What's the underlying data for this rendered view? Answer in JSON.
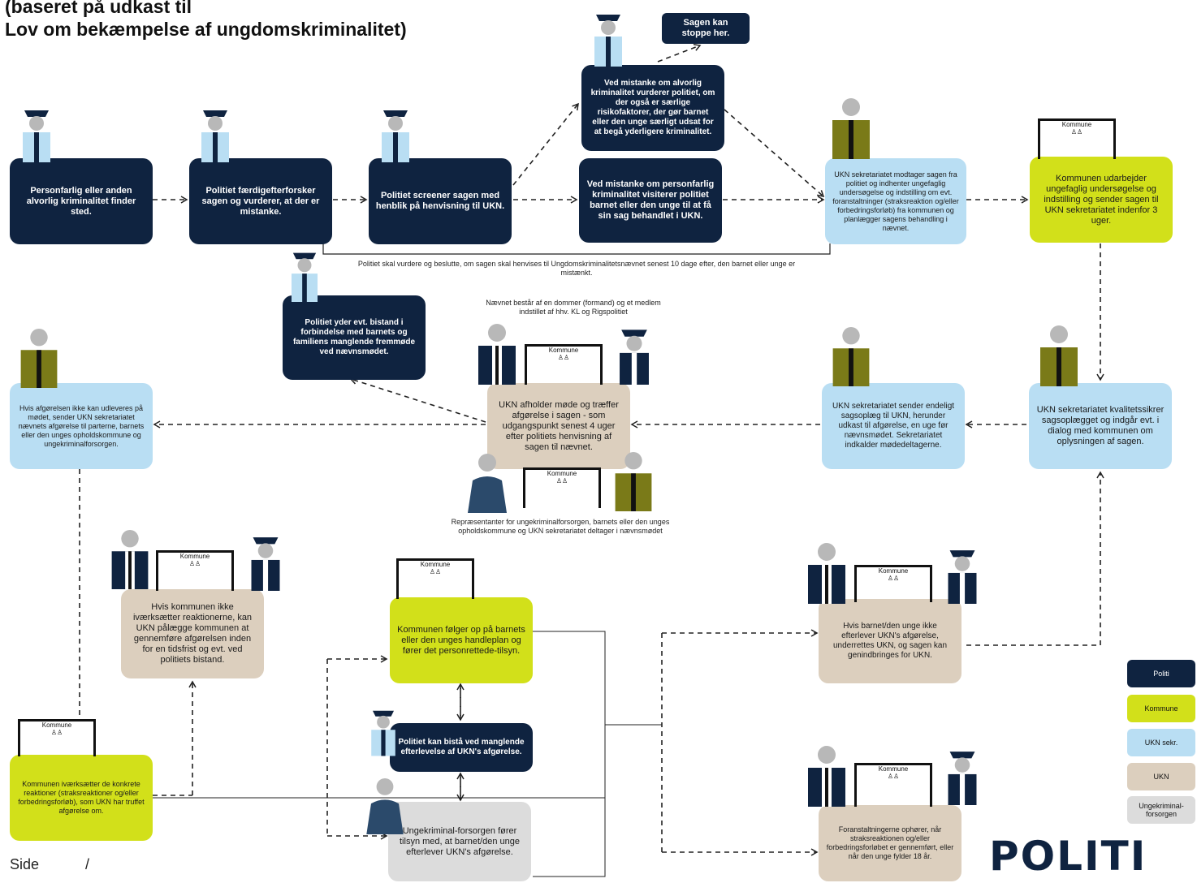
{
  "title": {
    "line1": "(baseret på udkast til",
    "line2": "Lov om bekæmpelse af ungdomskriminalitet)"
  },
  "callout": "Sagen kan stoppe her.",
  "boxes": {
    "b1": "Personfarlig eller anden alvorlig kriminalitet finder sted.",
    "b2": "Politiet færdigefterforsker sagen og vurderer, at der er mistanke.",
    "b3": "Politiet screener sagen med henblik på henvisning til UKN.",
    "b4": "Ved mistanke om alvorlig kriminalitet vurderer politiet, om der også er særlige risikofaktorer, der gør barnet eller den unge særligt udsat for at begå yderligere kriminalitet.",
    "b5": "Ved mistanke om personfarlig kriminalitet visiterer politiet barnet eller den unge til at få sin sag behandlet i UKN.",
    "b6": "UKN sekretariatet modtager sagen fra politiet og indhenter ungefaglig undersøgelse og indstilling om evt. foranstaltninger (straksreaktion og/eller forbedringsforløb) fra kommunen og planlægger sagens behandling i nævnet.",
    "b7": "Kommunen udarbejder ungefaglig undersøgelse og indstilling og sender sagen til UKN sekretariatet indenfor 3 uger.",
    "b8": "Politiet yder evt. bistand i forbindelse med barnets og familiens manglende fremmøde ved nævnsmødet.",
    "b9": "Hvis afgørelsen ikke kan udleveres på mødet, sender UKN sekretariatet nævnets afgørelse til parterne, barnets eller den unges opholdskommune og ungekriminalforsorgen.",
    "b10": "UKN afholder møde og træffer afgørelse i sagen - som udgangspunkt senest 4 uger efter politiets henvisning af sagen til nævnet.",
    "b11": "UKN sekretariatet sender endeligt sagsoplæg til UKN, herunder udkast til afgørelse, en uge før nævnsmødet. Sekretariatet indkalder mødedeltagerne.",
    "b12": "UKN sekretariatet kvalitetssikrer sagsoplægget og indgår evt. i dialog med kommunen om oplysningen af sagen.",
    "b13": "Hvis kommunen ikke iværksætter reaktionerne, kan UKN pålægge kommunen at gennemføre afgørelsen inden for en tidsfrist og evt. ved politiets bistand.",
    "b14": "Kommunen følger op på barnets eller den unges handleplan og fører det personrettede-tilsyn.",
    "b15": "Hvis barnet/den unge ikke efterlever UKN's afgørelse, underrettes UKN, og sagen kan genindbringes for UKN.",
    "b16": "Politiet kan bistå ved manglende efterlevelse af UKN's afgørelse.",
    "b17": "Kommunen iværksætter de konkrete reaktioner (straksreaktioner og/eller forbedringsforløb), som UKN har truffet afgørelse om.",
    "b18": "Ungekriminal-forsorgen fører tilsyn med, at barnet/den unge efterlever UKN's afgørelse.",
    "b19": "Foranstaltningerne ophører, når straksreaktionen og/eller forbedringsforløbet er gennemført, eller når den unge fylder 18 år."
  },
  "notes": {
    "n1": "Politiet skal vurdere og beslutte, om sagen skal henvises til Ungdomskriminalitetsnævnet senest 10 dage efter, den barnet eller unge er mistænkt.",
    "n2": "Nævnet består af en dommer (formand) og et medlem indstillet af hhv. KL og Rigspolitiet",
    "n3": "Repræsentanter for ungekriminalforsorgen, barnets eller den unges opholdskommune og UKN sekretariatet deltager i nævnsmødet"
  },
  "kommune_label": "Kommune",
  "legend": [
    {
      "label": "Politi",
      "color": "#0f2340"
    },
    {
      "label": "Kommune",
      "color": "#d2e01a"
    },
    {
      "label": "UKN sekr.",
      "color": "#b9def3"
    },
    {
      "label": "UKN",
      "color": "#dccfbe"
    },
    {
      "label": "Ungekriminal-forsorgen",
      "color": "#dcdcdc"
    }
  ],
  "logo": "POLITI",
  "footer": {
    "side": "Side",
    "slash": "/"
  }
}
